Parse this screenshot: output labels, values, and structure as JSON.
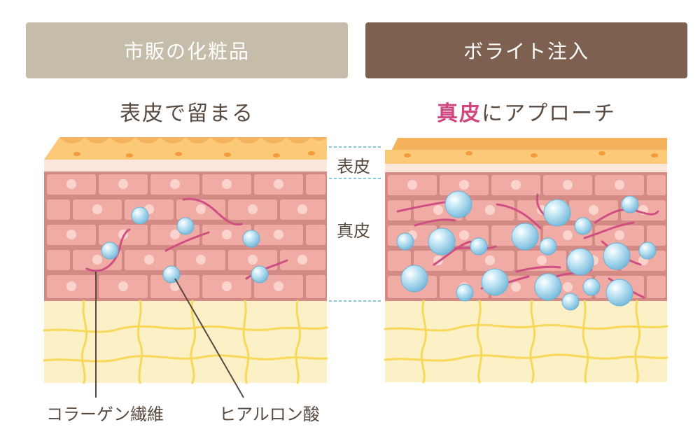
{
  "header": {
    "left_label": "市販の化粧品",
    "right_label": "ボライト注入"
  },
  "subtitle": {
    "left": "表皮で留まる",
    "right_accent": "真皮",
    "right_rest": "にアプローチ"
  },
  "layers": {
    "epidermis": "表皮",
    "dermis": "真皮"
  },
  "callouts": {
    "collagen": "コラーゲン繊維",
    "hyaluronic": "ヒアルロン酸"
  },
  "colors": {
    "header_left": "#c5bcaa",
    "header_right": "#7e6050",
    "accent": "#d2457f",
    "text": "#594a40",
    "epidermis": "#fbc978",
    "dermis": "#efaba4",
    "fat": "#fcf1c6",
    "fiber": "#cf4f82",
    "sphere": "#8fcbe6"
  }
}
